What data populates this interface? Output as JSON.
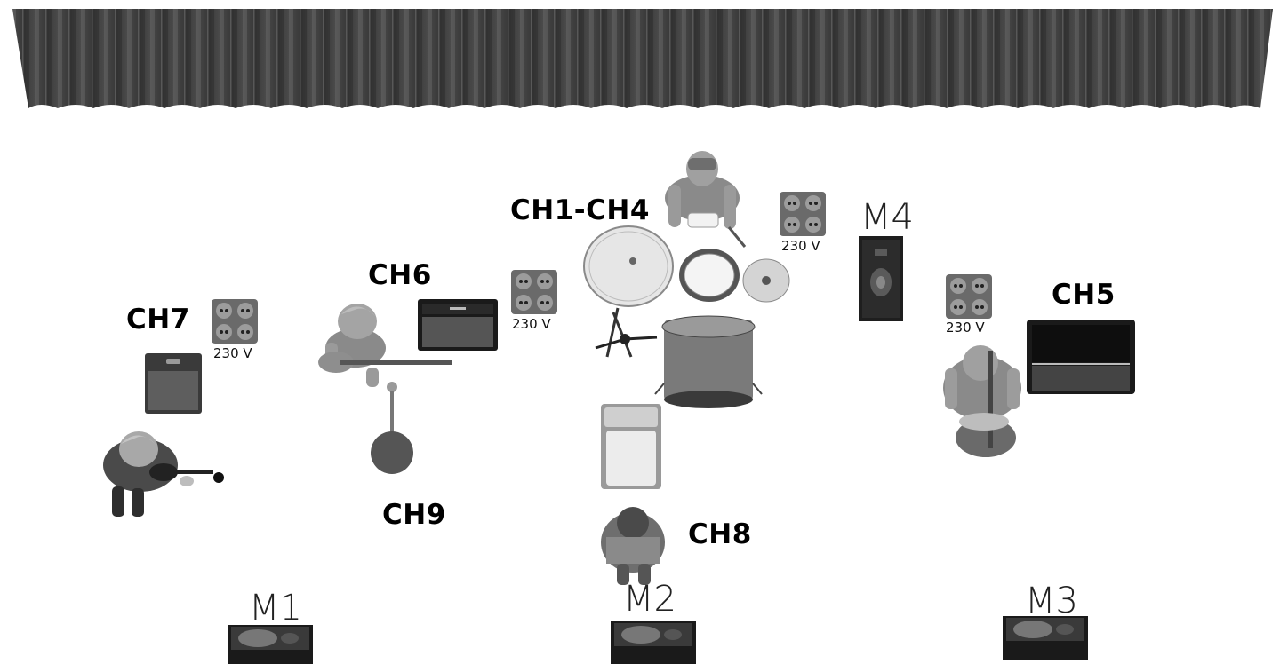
{
  "channels": {
    "ch1_ch4": "CH1-CH4",
    "ch5": "CH5",
    "ch6": "CH6",
    "ch7": "CH7",
    "ch8": "CH8",
    "ch9": "CH9"
  },
  "monitors": {
    "m1": "M1",
    "m2": "M2",
    "m3": "M3",
    "m4": "M4"
  },
  "power": {
    "drums": "230 V",
    "guitar": "230 V",
    "violin": "230 V",
    "bass": "230 V"
  },
  "icons": [
    "stage-curtain-icon",
    "drummer-icon",
    "drum-kit-icon",
    "guitarist-icon",
    "guitar-amp-icon",
    "violinist-icon",
    "violin-amp-icon",
    "mic-stand-icon",
    "chair-icon",
    "seated-player-icon",
    "bassist-icon",
    "bass-amp-icon",
    "floor-wedge-icon",
    "side-fill-speaker-icon",
    "power-outlet-icon"
  ]
}
